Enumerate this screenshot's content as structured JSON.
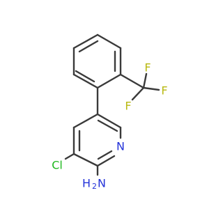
{
  "molecule": {
    "atoms": {
      "chlorine": "Cl",
      "nitrogen": "N",
      "amine_n": "N",
      "amine_h": "H",
      "amine_h_count": "2",
      "fluorine_1": "F",
      "fluorine_2": "F",
      "fluorine_3": "F"
    },
    "colors": {
      "bond": "#3a3a3a",
      "chlorine": "#1fb81f",
      "nitrogen": "#2332d9",
      "fluorine": "#b8b810"
    }
  }
}
